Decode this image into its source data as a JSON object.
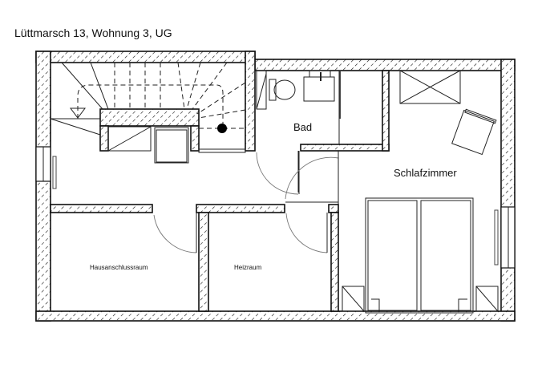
{
  "title": "Lüttmarsch 13, Wohnung 3, UG",
  "rooms": {
    "bad": "Bad",
    "schlafzimmer": "Schlafzimmer",
    "hausanschlussraum": "Hausanschlussraum",
    "heizraum": "Heizraum"
  }
}
